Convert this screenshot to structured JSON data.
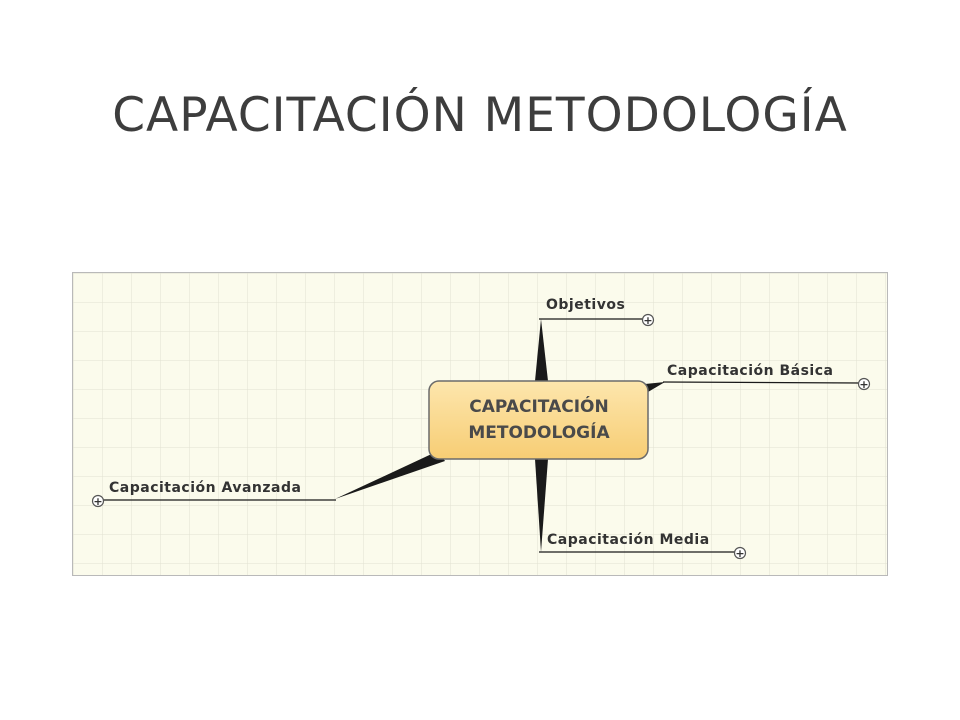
{
  "slide": {
    "title": "CAPACITACIÓN METODOLOGÍA"
  },
  "mindmap": {
    "center": {
      "line1": "CAPACITACIÓN",
      "line2": "METODOLOGÍA"
    },
    "branches": {
      "objetivos": "Objetivos",
      "basica": "Capacitación Básica",
      "avanzada": "Capacitación Avanzada",
      "media": "Capacitación Media"
    },
    "expand_symbol": "+"
  },
  "colors": {
    "title": "#3d3d3d",
    "canvas_background": "#fbfbec",
    "grid": "#e1e1d2",
    "node_fill": "#fbd98c",
    "node_border": "#6b6b6b",
    "branch": "#1a1a1a",
    "label": "#333333"
  }
}
